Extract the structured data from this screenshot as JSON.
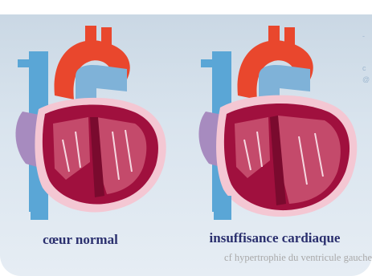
{
  "labels": {
    "normal": "cœur normal",
    "failure": "insuffisance cardiaque",
    "failure_note": "cf hypertrophie du ventricule gauche"
  },
  "edge_fragments": [
    "-",
    "c",
    "@"
  ],
  "colors": {
    "background": "#d3dfea",
    "caption": "#2a2f6e",
    "note": "#a9a9a9",
    "vena_cava": "#5aa6d6",
    "aorta": "#e9472d",
    "pulmonary": "#7fb2d8",
    "atrium": "#a78bbf",
    "myocardium": "#a0103e",
    "chamber": "#c44a6b",
    "pericardium": "#f4c7d3"
  }
}
